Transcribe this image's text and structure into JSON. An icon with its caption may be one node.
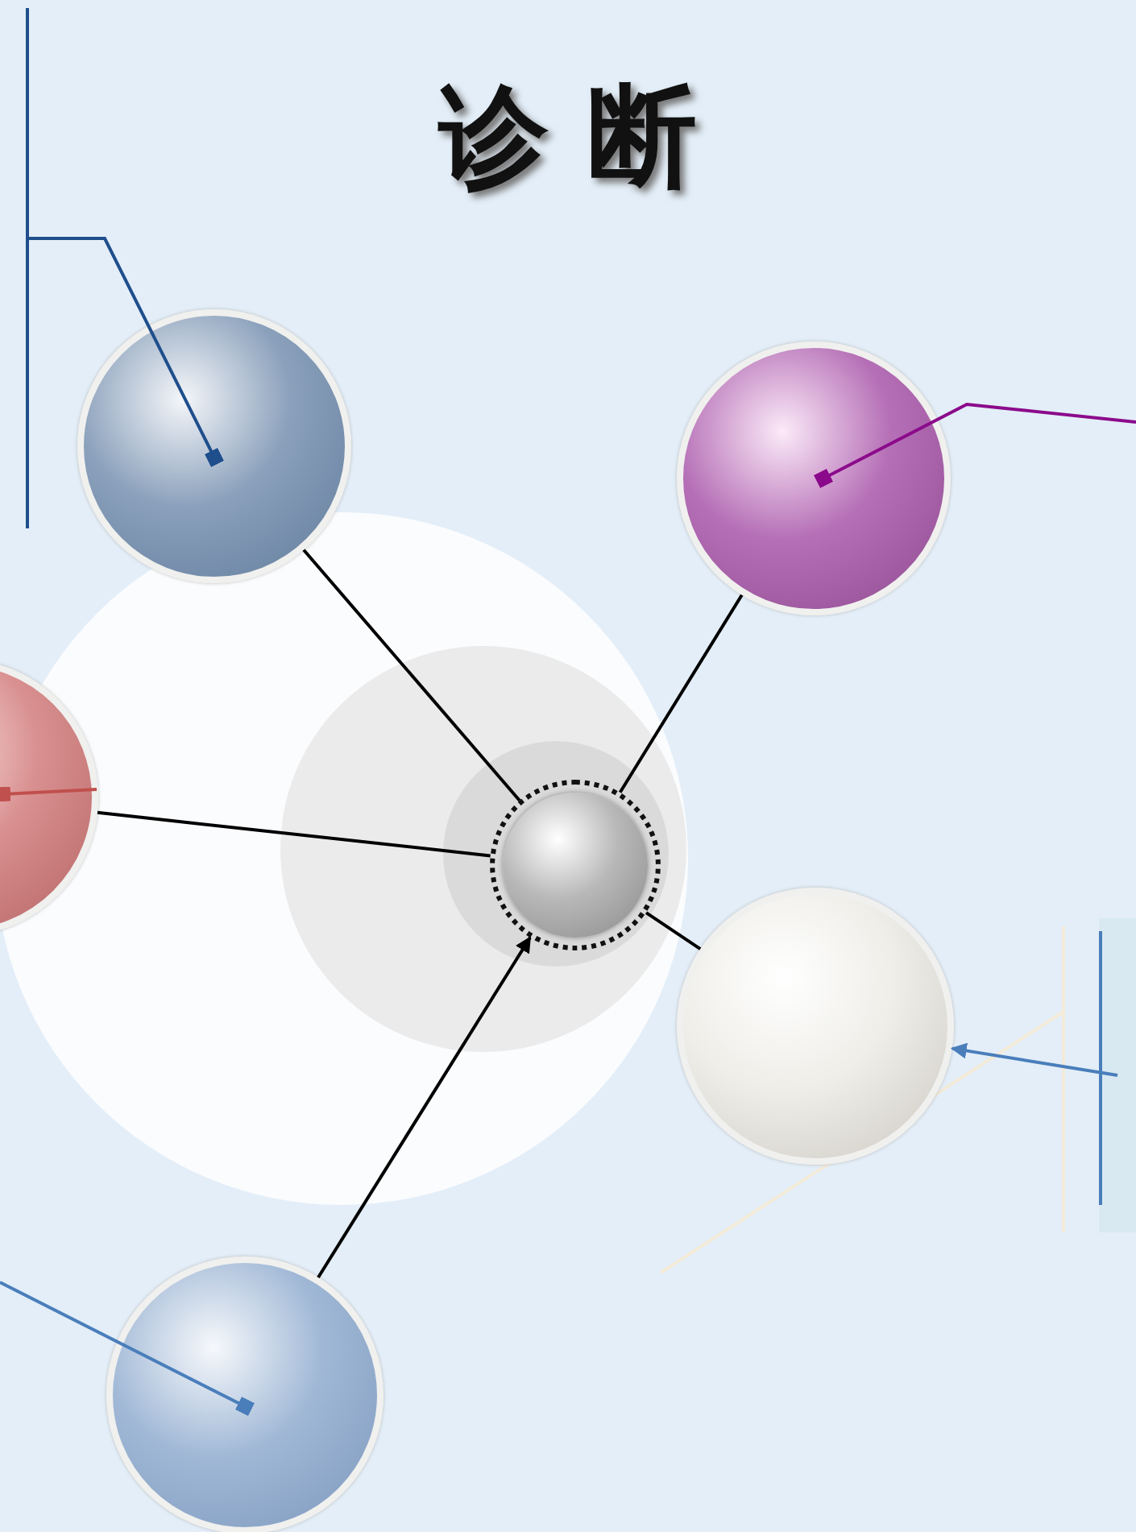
{
  "diagram": {
    "title": "诊 断",
    "nodes": [
      {
        "text": [],
        "shape": "circle"
      },
      {
        "text": [],
        "shape": "circle"
      },
      {
        "text": [],
        "shape": "circle"
      },
      {
        "text": [],
        "shape": "circle"
      },
      {
        "text": [],
        "shape": "circle"
      },
      {
        "text": [],
        "shape": "circle"
      },
      {
        "text": [],
        "shape": "box"
      }
    ],
    "edges": [
      {
        "from": 1,
        "to": 0,
        "arrow": "none"
      },
      {
        "from": 2,
        "to": 0,
        "arrow": "none"
      },
      {
        "from": 3,
        "to": 0,
        "arrow": "none"
      },
      {
        "from": 4,
        "to": 0,
        "arrow": "none"
      },
      {
        "from": 5,
        "to": 0,
        "arrow": "to"
      },
      {
        "from": null,
        "to": 1,
        "arrow": "other",
        "color": "#1f4e8c"
      },
      {
        "from": null,
        "to": 2,
        "arrow": "other",
        "color": "#8b0a8b"
      },
      {
        "from": null,
        "to": 3,
        "arrow": "other",
        "color": "#c0504d"
      },
      {
        "from": 6,
        "to": 4,
        "arrow": "to",
        "color": "#4a7ebb"
      },
      {
        "from": null,
        "to": 5,
        "arrow": "other",
        "color": "#4a7ebb"
      }
    ]
  }
}
